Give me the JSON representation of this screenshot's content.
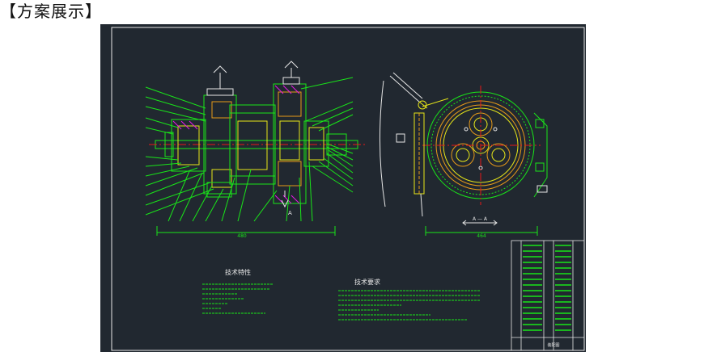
{
  "page": {
    "heading": "【方案展示】"
  },
  "drawing": {
    "background": "#212830",
    "colors": {
      "frame": "#e6e6e6",
      "part": "#19e619",
      "yellow": "#e6e619",
      "orange": "#e69a19",
      "cyan": "#19e6e6",
      "red": "#e61919",
      "magenta": "#e619e6"
    },
    "section_marker_left": "A",
    "section_label_right": "A — A",
    "dimension_label_left": "480",
    "dimension_label_right": "464",
    "block1": {
      "title": "技术特性"
    },
    "block2": {
      "title": "技术要求"
    },
    "title_block": {
      "name_cell": "装配图"
    }
  }
}
